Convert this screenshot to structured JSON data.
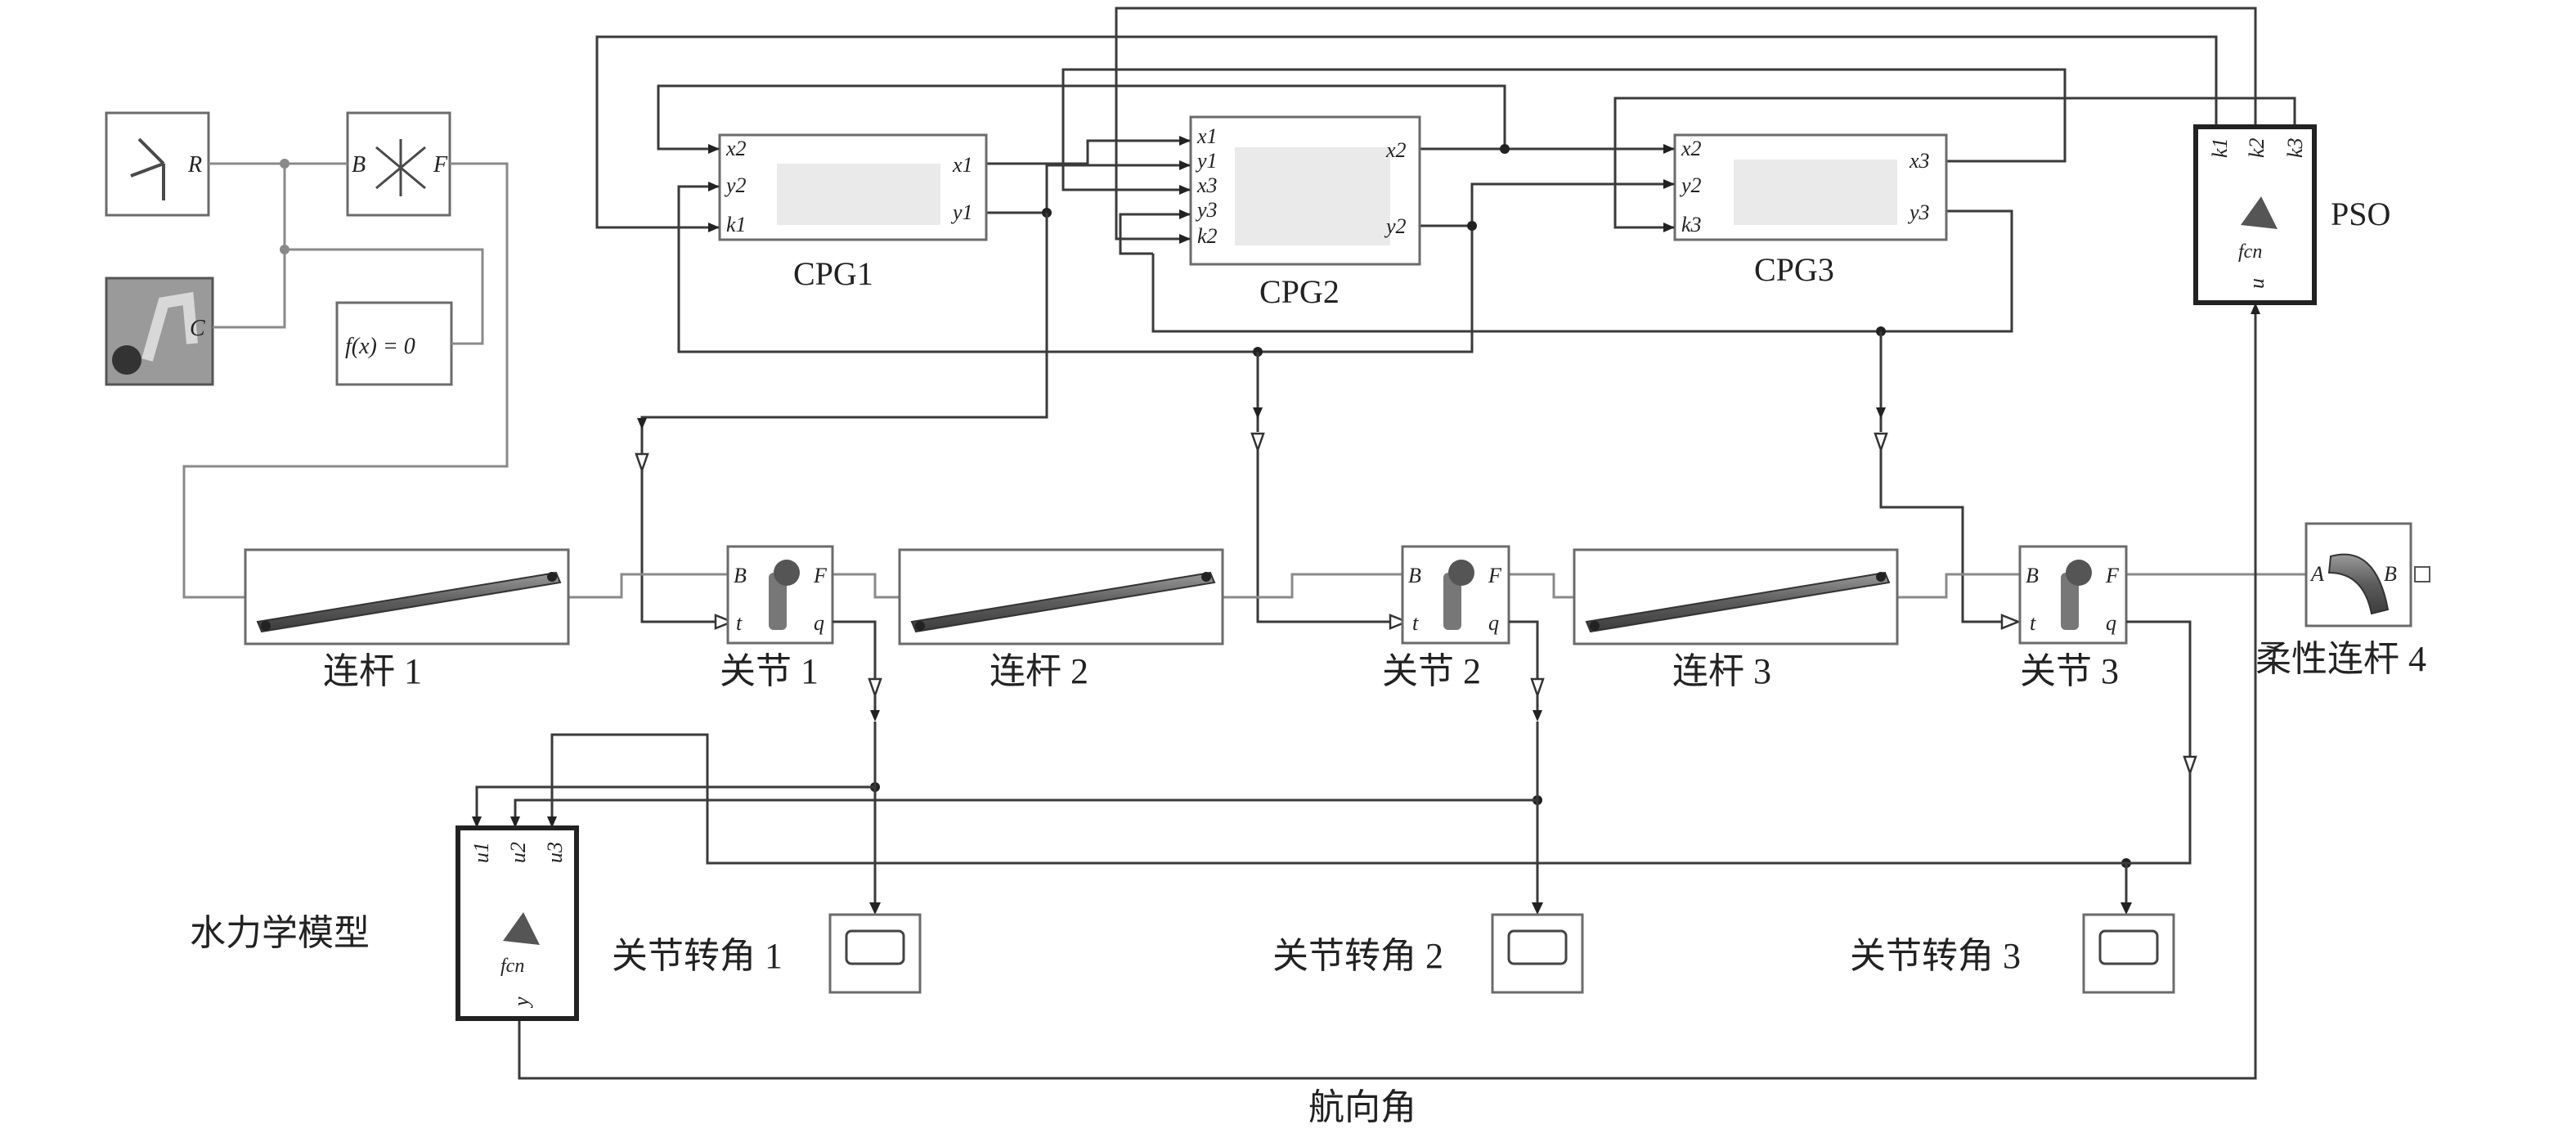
{
  "cpg_blocks": {
    "cpg1": {
      "label": "CPG1",
      "ports_in": [
        "x2",
        "y2",
        "k1"
      ],
      "ports_out": [
        "x1",
        "y1"
      ]
    },
    "cpg2": {
      "label": "CPG2",
      "ports_in": [
        "x1",
        "y1",
        "x3",
        "y3",
        "k2"
      ],
      "ports_out": [
        "x2",
        "y2"
      ]
    },
    "cpg3": {
      "label": "CPG3",
      "ports_in": [
        "x2",
        "y2",
        "k3"
      ],
      "ports_out": [
        "x3",
        "y3"
      ]
    }
  },
  "pso": {
    "label": "PSO",
    "ports_in": [
      "u"
    ],
    "ports_out": [
      "k1",
      "k2",
      "k3"
    ],
    "fcn": "fcn"
  },
  "hydro": {
    "label": "水力学模型",
    "ports_in": [
      "u1",
      "u2",
      "u3"
    ],
    "ports_out": [
      "y"
    ],
    "fcn": "fcn"
  },
  "frame": {
    "port_r": "R",
    "port_b": "B",
    "port_f": "F",
    "port_c": "C",
    "solver": "f(x) = 0"
  },
  "links": [
    {
      "label": "连杆 1"
    },
    {
      "label": "连杆 2"
    },
    {
      "label": "连杆 3"
    }
  ],
  "joints": [
    {
      "label": "关节 1",
      "ports": [
        "B",
        "F",
        "t",
        "q"
      ]
    },
    {
      "label": "关节 2",
      "ports": [
        "B",
        "F",
        "t",
        "q"
      ]
    },
    {
      "label": "关节 3",
      "ports": [
        "B",
        "F",
        "t",
        "q"
      ]
    }
  ],
  "flex_link": {
    "label": "柔性连杆 4",
    "port_a": "A",
    "port_b": "B"
  },
  "scopes": [
    {
      "label": "关节转角 1"
    },
    {
      "label": "关节转角 2"
    },
    {
      "label": "关节转角 3"
    }
  ],
  "signal_heading": "航向角",
  "icons": [
    "world-frame-icon",
    "transform-icon",
    "mechanism-config-icon",
    "solver-config-icon",
    "revolute-joint-icon",
    "beam-icon",
    "flexible-beam-icon",
    "matlab-function-icon",
    "scope-icon"
  ]
}
